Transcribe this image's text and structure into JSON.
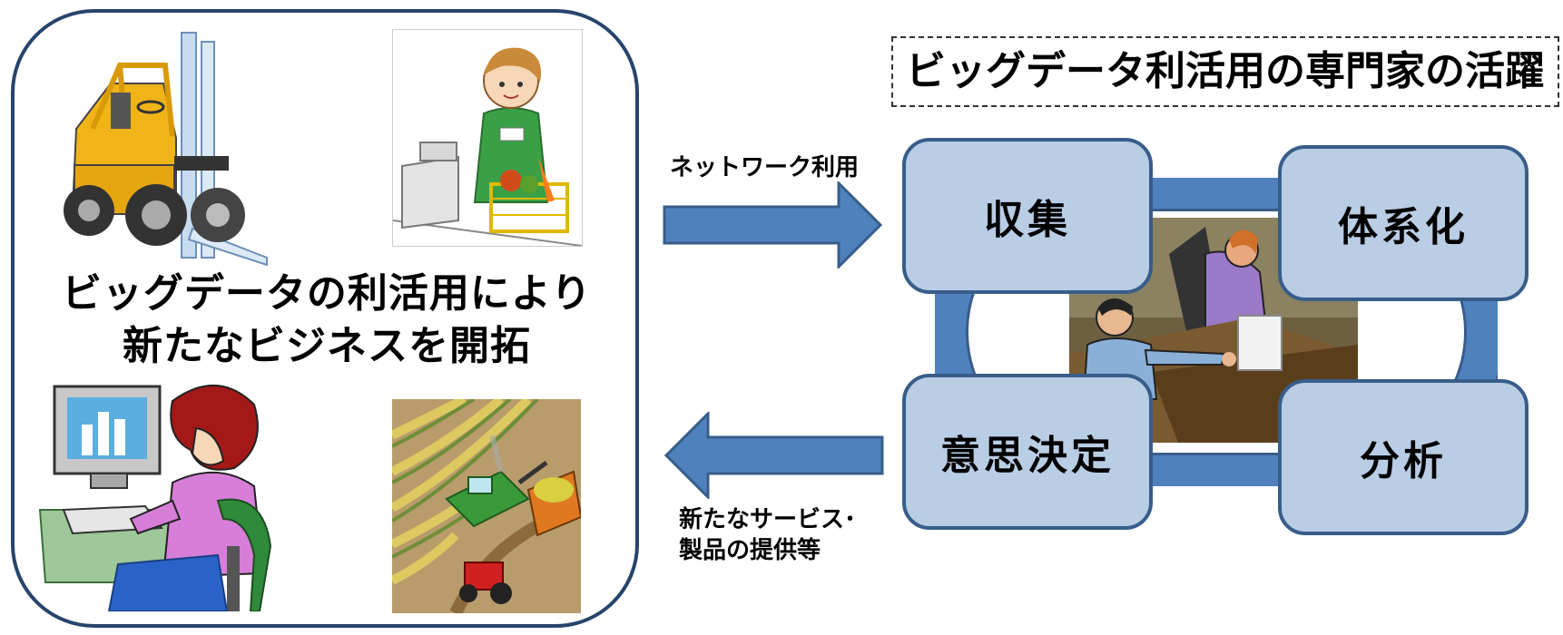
{
  "left_panel": {
    "title_line1": "ビッグデータの利活用により",
    "title_line2": "新たなビジネスを開拓",
    "images": [
      "forklift-image",
      "cashier-image",
      "computer-user-image",
      "harvester-image"
    ]
  },
  "arrows": {
    "top_label": "ネットワーク利用",
    "bottom_label_line1": "新たなサービス･",
    "bottom_label_line2": "製品の提供等"
  },
  "right_panel": {
    "title": "ビッグデータ利活用の専門家の活躍",
    "cycle": {
      "collect": "収集",
      "systematize": "体系化",
      "decide": "意思決定",
      "analyze": "分析"
    },
    "center_image": "meeting-image"
  },
  "colors": {
    "arrow_fill": "#4f81bd",
    "arrow_stroke": "#385d8a",
    "box_fill": "#b9cde5",
    "box_stroke": "#385d8a",
    "ring": "#4f81bd",
    "left_border": "#27446b"
  }
}
